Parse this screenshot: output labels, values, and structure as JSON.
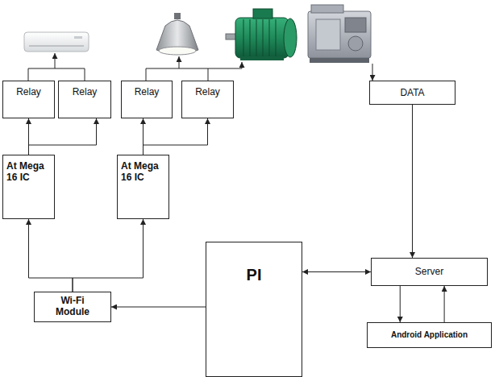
{
  "diagram": {
    "nodes": [
      {
        "text": [
          "Relay"
        ]
      },
      {
        "text": [
          "Relay"
        ]
      },
      {
        "text": [
          "Relay"
        ]
      },
      {
        "text": [
          "Relay"
        ]
      },
      {
        "text": [
          "DATA"
        ]
      },
      {
        "text": [
          "At Mega 16 IC"
        ]
      },
      {
        "text": [
          "At Mega 16 IC"
        ]
      },
      {
        "text": [
          "Wi-Fi Module"
        ]
      },
      {
        "text": [
          "PI"
        ]
      },
      {
        "text": [
          "Server"
        ]
      },
      {
        "text": [
          "Android Application"
        ]
      }
    ],
    "edges": [
      {
        "from": 5,
        "to": 0,
        "arrow": "to"
      },
      {
        "from": 5,
        "to": 1,
        "arrow": "to"
      },
      {
        "from": 6,
        "to": 2,
        "arrow": "to"
      },
      {
        "from": 6,
        "to": 3,
        "arrow": "to"
      },
      {
        "from": 7,
        "to": 5,
        "arrow": "to"
      },
      {
        "from": 7,
        "to": 6,
        "arrow": "to"
      },
      {
        "from": 8,
        "to": 7,
        "arrow": "to"
      },
      {
        "from": 8,
        "to": 9,
        "arrow": "both"
      },
      {
        "from": 4,
        "to": 9,
        "arrow": "to"
      },
      {
        "from": 9,
        "to": 10,
        "arrow": "to"
      },
      {
        "from": 10,
        "to": 9,
        "arrow": "to"
      }
    ]
  }
}
